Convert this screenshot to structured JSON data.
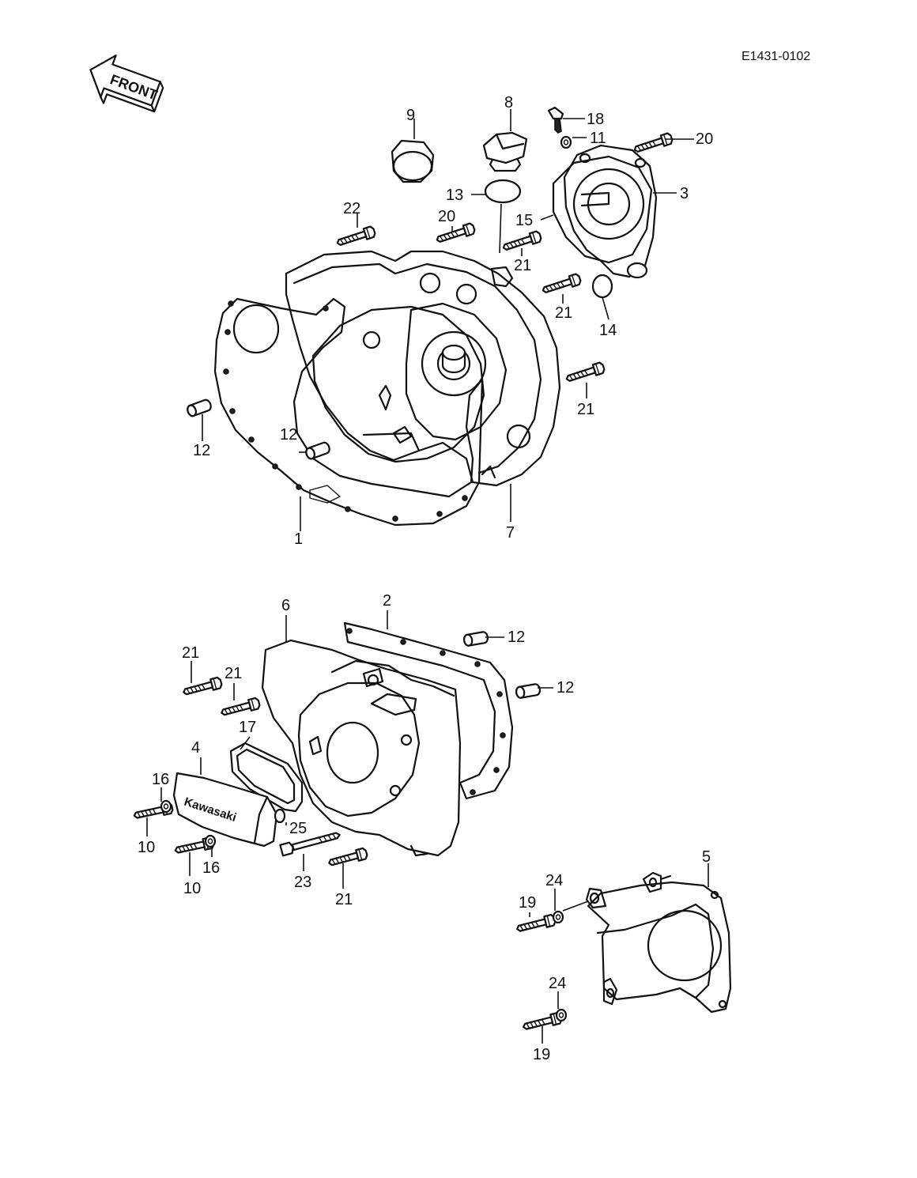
{
  "drawing_code": "E1431-0102",
  "front_label": "FRONT",
  "badge_text": "Kawasaki",
  "callouts": {
    "c1": "1",
    "c2": "2",
    "c3": "3",
    "c4": "4",
    "c5": "5",
    "c6": "6",
    "c7": "7",
    "c8": "8",
    "c9": "9",
    "c10a": "10",
    "c10b": "10",
    "c11": "11",
    "c12a": "12",
    "c12b": "12",
    "c12c": "12",
    "c12d": "12",
    "c13": "13",
    "c14": "14",
    "c15": "15",
    "c16a": "16",
    "c16b": "16",
    "c17": "17",
    "c18": "18",
    "c19a": "19",
    "c19b": "19",
    "c20a": "20",
    "c20b": "20",
    "c21a": "21",
    "c21b": "21",
    "c21c": "21",
    "c21d": "21",
    "c21e": "21",
    "c21f": "21",
    "c22": "22",
    "c23": "23",
    "c24a": "24",
    "c24b": "24",
    "c25": "25"
  }
}
